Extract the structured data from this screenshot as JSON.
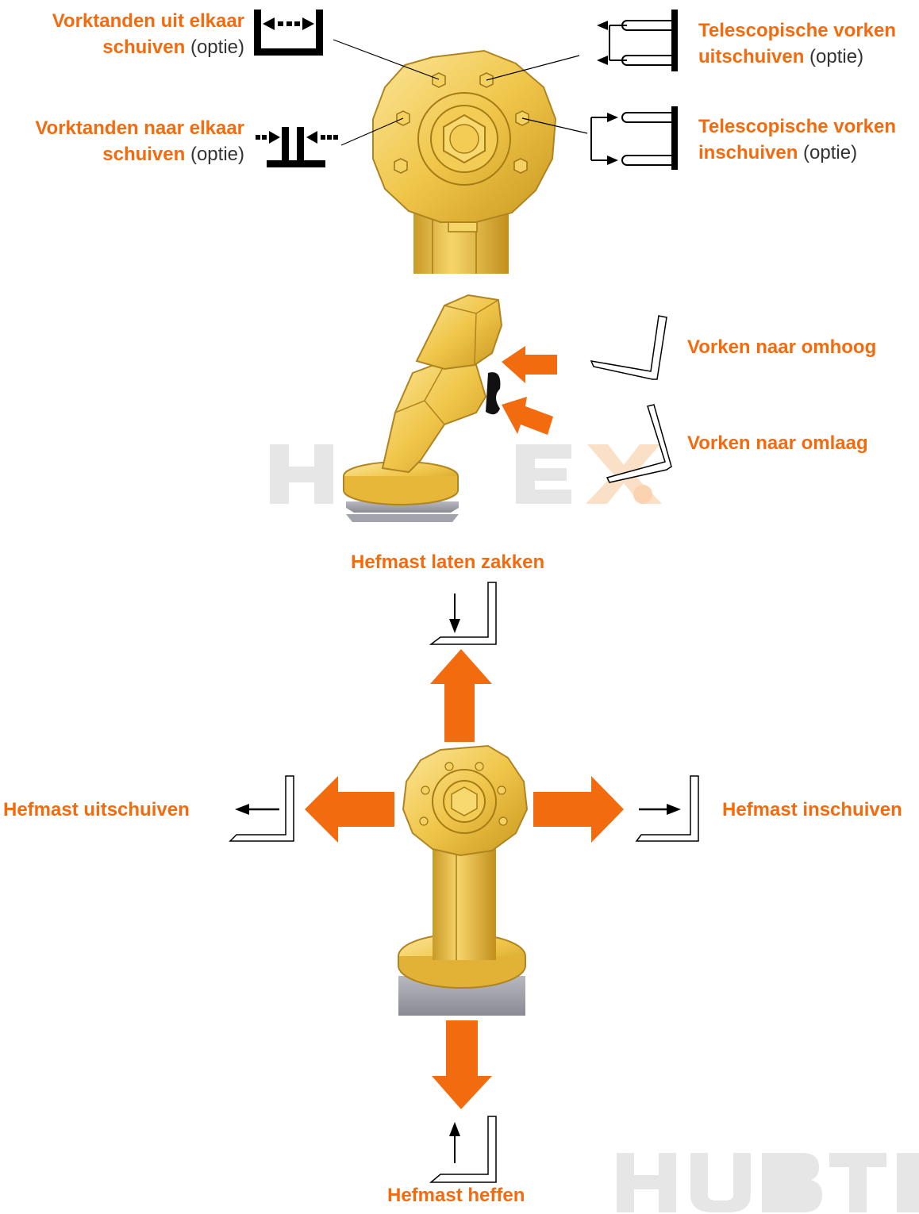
{
  "colors": {
    "accent": "#f26b0f",
    "joystick": "#f0c64a",
    "watermark": "#e6e6e6"
  },
  "labels": {
    "spread_line1": "Vorktanden uit elkaar",
    "spread_line2": "schuiven",
    "spread_opt": "(optie)",
    "close_line1": "Vorktanden naar elkaar",
    "close_line2": "schuiven",
    "close_opt": "(optie)",
    "tele_out_line1": "Telescopische vorken",
    "tele_out_line2": "uitschuiven",
    "tele_out_opt": "(optie)",
    "tele_in_line1": "Telescopische vorken",
    "tele_in_line2": "inschuiven",
    "tele_in_opt": "(optie)",
    "forks_up": "Vorken naar omhoog",
    "forks_down": "Vorken naar omlaag",
    "mast_lower": "Hefmast laten zakken",
    "mast_extend": "Hefmast uitschuiven",
    "mast_retract": "Hefmast inschuiven",
    "mast_raise": "Hefmast heffen"
  },
  "watermark": {
    "letters": [
      "H",
      "U",
      "B",
      "T",
      "E",
      "X"
    ]
  }
}
